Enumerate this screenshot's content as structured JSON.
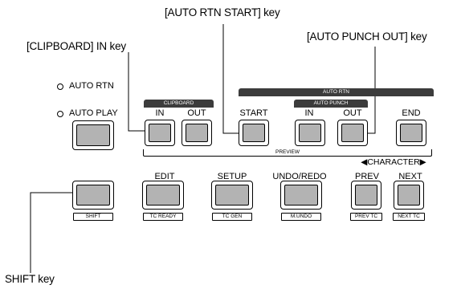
{
  "callouts": {
    "auto_rtn_start": "[AUTO RTN START] key",
    "clipboard_in": "[CLIPBOARD] IN key",
    "auto_punch_out": "[AUTO PUNCH OUT] key",
    "shift": "SHIFT key"
  },
  "indicators": {
    "auto_rtn": "AUTO RTN",
    "auto_play": "AUTO PLAY"
  },
  "groups": {
    "clipboard": "CLIPBOARD",
    "auto_rtn": "AUTO RTN",
    "auto_punch": "AUTO PUNCH",
    "preview": "PREVIEW",
    "character": "◀CHARACTER▶"
  },
  "keys": {
    "in": "IN",
    "out": "OUT",
    "start": "START",
    "punch_in": "IN",
    "punch_out": "OUT",
    "end": "END",
    "edit": "EDIT",
    "setup": "SETUP",
    "undo_redo": "UNDO/REDO",
    "prev": "PREV",
    "next": "NEXT"
  },
  "sublabels": {
    "shift": "SHIFT",
    "tc_ready": "TC READY",
    "tc_gen": "TC GEN",
    "m_undo": "M.UNDO",
    "prev_tc": "PREV TC",
    "next_tc": "NEXT TC"
  }
}
